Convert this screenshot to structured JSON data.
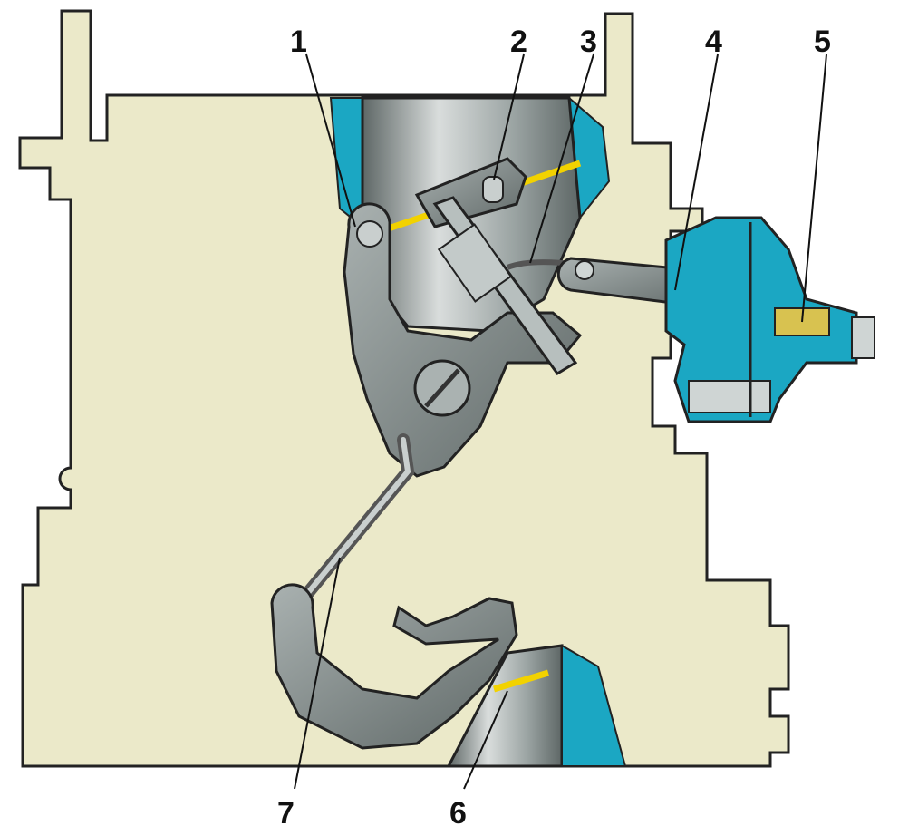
{
  "diagram": {
    "labels": [
      "1",
      "2",
      "3",
      "4",
      "5",
      "6",
      "7"
    ],
    "colors": {
      "body": "#ebe9c9",
      "water_jacket": "#1ba7c3",
      "metal": "#8e9796",
      "metal_dark": "#5d6665",
      "throttle": "#f2d200"
    }
  }
}
